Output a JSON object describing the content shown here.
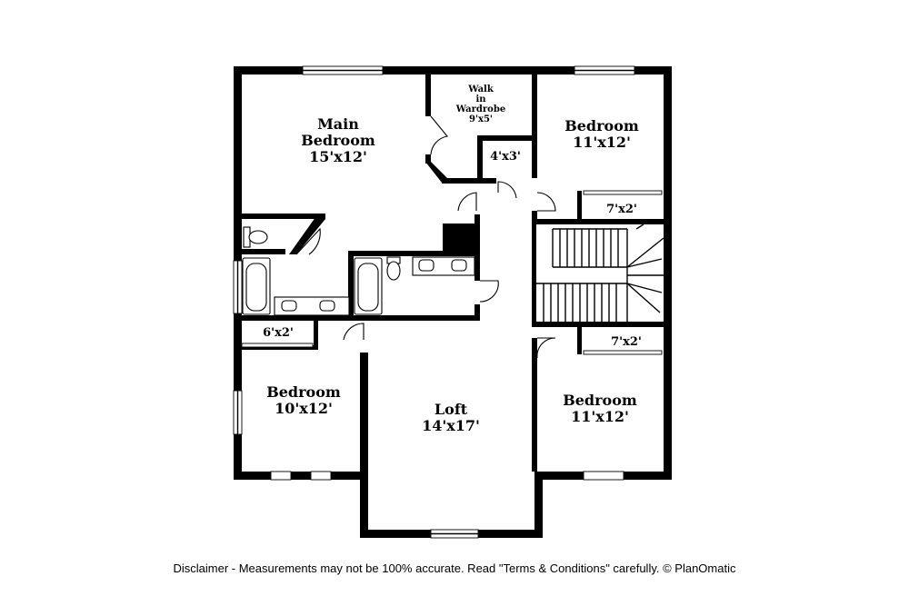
{
  "rooms": {
    "main_bedroom": {
      "name": "Main Bedroom",
      "name_line1": "Main",
      "name_line2": "Bedroom",
      "size": "15'x12'"
    },
    "walk_in_wardrobe": {
      "line1": "Walk",
      "line2": "in",
      "line3": "Wardrobe",
      "size": "9'x5'"
    },
    "closet_4x3": {
      "size": "4'x3'"
    },
    "bedroom_ne": {
      "name": "Bedroom",
      "size": "11'x12'"
    },
    "closet_ne": {
      "size": "7'x2'"
    },
    "closet_sw": {
      "size": "6'x2'"
    },
    "bedroom_sw": {
      "name": "Bedroom",
      "size": "10'x12'"
    },
    "loft": {
      "name": "Loft",
      "size": "14'x17'"
    },
    "closet_se": {
      "size": "7'x2'"
    },
    "bedroom_se": {
      "name": "Bedroom",
      "size": "11'x12'"
    }
  },
  "footer": {
    "disclaimer": "Disclaimer - Measurements may not be 100% accurate. Read \"Terms & Conditions\" carefully. © PlanOmatic"
  },
  "colors": {
    "walls": "#000000",
    "background": "#ffffff"
  }
}
